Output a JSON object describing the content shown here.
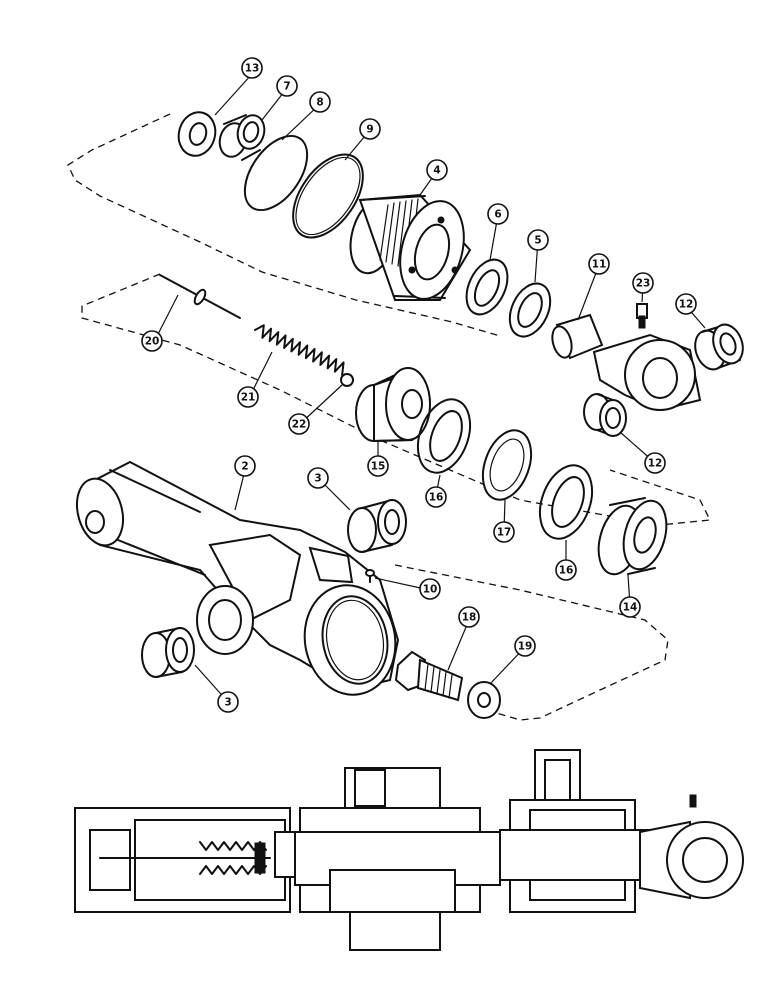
{
  "callouts": [
    {
      "id": "c13",
      "label": "13"
    },
    {
      "id": "c7",
      "label": "7"
    },
    {
      "id": "c8",
      "label": "8"
    },
    {
      "id": "c9",
      "label": "9"
    },
    {
      "id": "c4",
      "label": "4"
    },
    {
      "id": "c6",
      "label": "6"
    },
    {
      "id": "c5",
      "label": "5"
    },
    {
      "id": "c11",
      "label": "11"
    },
    {
      "id": "c23",
      "label": "23"
    },
    {
      "id": "c12a",
      "label": "12"
    },
    {
      "id": "c20",
      "label": "20"
    },
    {
      "id": "c21",
      "label": "21"
    },
    {
      "id": "c22",
      "label": "22"
    },
    {
      "id": "c15",
      "label": "15"
    },
    {
      "id": "c16a",
      "label": "16"
    },
    {
      "id": "c17",
      "label": "17"
    },
    {
      "id": "c16b",
      "label": "16"
    },
    {
      "id": "c14",
      "label": "14"
    },
    {
      "id": "c12b",
      "label": "12"
    },
    {
      "id": "c2",
      "label": "2"
    },
    {
      "id": "c3a",
      "label": "3"
    },
    {
      "id": "c10",
      "label": "10"
    },
    {
      "id": "c18",
      "label": "18"
    },
    {
      "id": "c19",
      "label": "19"
    },
    {
      "id": "c3b",
      "label": "3"
    }
  ],
  "colors": {
    "ink": "#111111",
    "paper": "#ffffff"
  }
}
